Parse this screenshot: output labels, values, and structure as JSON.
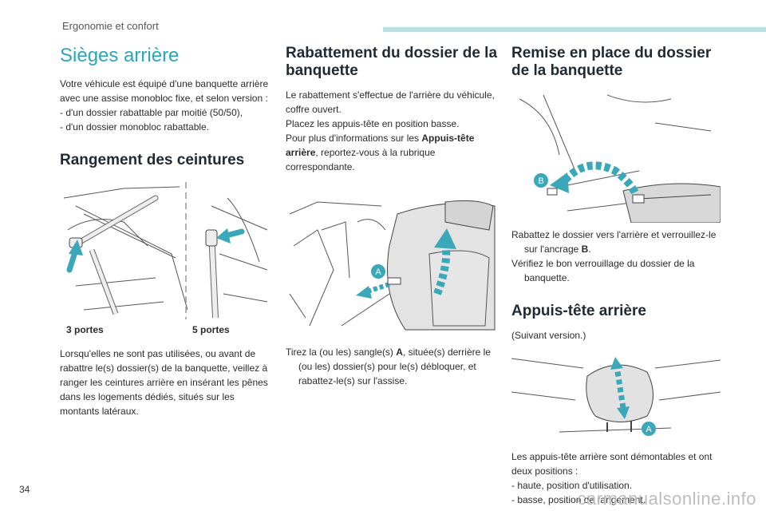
{
  "header": {
    "section": "Ergonomie et confort"
  },
  "col1": {
    "title": "Sièges arrière",
    "intro": "Votre véhicule est équipé d'une banquette arrière avec une assise monobloc fixe, et selon version :",
    "items": [
      "- d'un dossier rabattable par moitié (50/50),",
      "- d'un dossier monobloc rabattable."
    ],
    "h_belts": "Rangement des ceintures",
    "cap_3": "3 portes",
    "cap_5": "5 portes",
    "belts_text": "Lorsqu'elles ne sont pas utilisées, ou avant de rabattre le(s) dossier(s) de la banquette, veillez à ranger les ceintures arrière en insérant les pênes dans les logements dédiés, situés sur les montants latéraux."
  },
  "col2": {
    "title": "Rabattement du dossier de la banquette",
    "intro": "Le rabattement s'effectue de l'arrière du véhicule, coffre ouvert.",
    "bullet1": "Placez les appuis-tête en position basse.",
    "more_a": "Pour plus d'informations sur les ",
    "more_b": "Appuis-tête arrière",
    "more_c": ", reportez-vous à la rubrique correspondante.",
    "marker_a": "A",
    "step_a": "Tirez la (ou les) sangle(s) ",
    "step_b": "A",
    "step_c": ", située(s) derrière le (ou les) dossier(s) pour le(s) débloquer, et rabattez-le(s) sur l'assise."
  },
  "col3": {
    "title": "Remise en place du dossier de la banquette",
    "marker_b": "B",
    "b1_a": "Rabattez le dossier vers l'arrière et verrouillez-le sur l'ancrage ",
    "b1_b": "B",
    "b1_c": ".",
    "b2": "Vérifiez le bon verrouillage du dossier de la banquette.",
    "h_head": "Appuis-tête arrière",
    "version": "(Suivant version.)",
    "marker_a": "A",
    "head_text": "Les appuis-tête arrière sont démontables et ont deux positions :",
    "pos1": "- haute, position d'utilisation.",
    "pos2": "- basse, position de rangement."
  },
  "bullet_glyph": "",
  "page_number": "34",
  "watermark": "carmanualsonline.info"
}
